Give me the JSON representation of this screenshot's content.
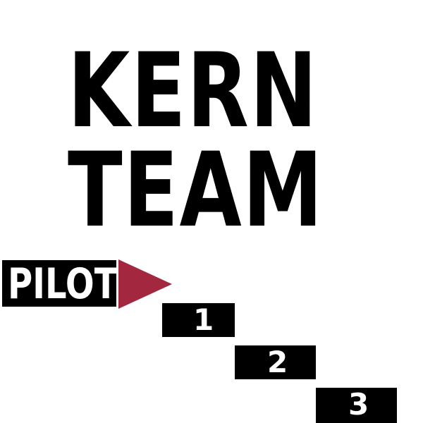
{
  "title": {
    "line1": "KERN",
    "line2": "TEAM"
  },
  "pilot": {
    "label": "PILOT"
  },
  "steps": [
    {
      "label": "1"
    },
    {
      "label": "2"
    },
    {
      "label": "3"
    }
  ],
  "colors": {
    "background": "#ffffff",
    "text": "#000000",
    "accent_arrow": "#a3283f"
  },
  "icons": {
    "pilot_arrow": "right-triangle-arrow-icon"
  }
}
